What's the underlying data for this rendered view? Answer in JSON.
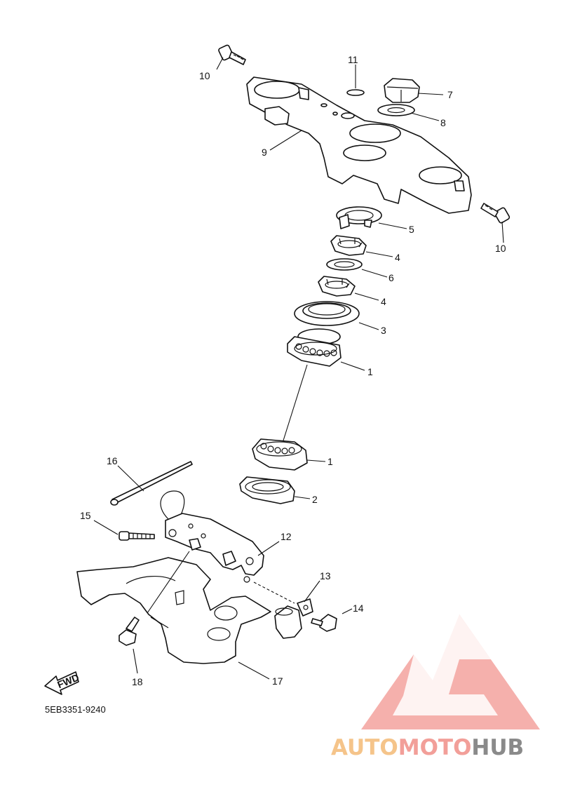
{
  "diagram": {
    "code": "5EB3351-9240",
    "fwd_label": "FWD",
    "callouts": [
      "1",
      "1",
      "2",
      "3",
      "4",
      "4",
      "5",
      "6",
      "7",
      "8",
      "9",
      "10",
      "10",
      "11",
      "12",
      "13",
      "14",
      "15",
      "16",
      "17",
      "18"
    ]
  },
  "watermark": {
    "text_part1": "AUTO",
    "text_part2": "MOTO",
    "text_part3": "HUB",
    "colors": {
      "auto": "#f5c48a",
      "moto": "#f29f99",
      "hub": "#8a8a8a",
      "logo": "#f4a8a4"
    },
    "logo": "mountain-triangle-logo"
  }
}
